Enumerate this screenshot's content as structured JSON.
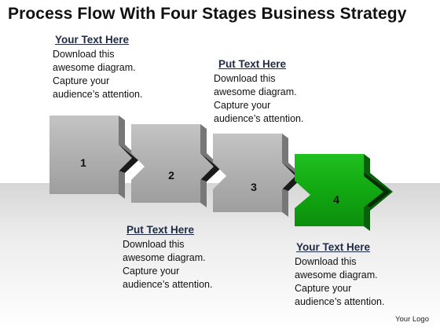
{
  "title": "Process Flow With Four Stages Business Strategy",
  "stages": [
    {
      "number": "1",
      "heading": "Your Text Here",
      "lines": [
        "Download this",
        "awesome diagram.",
        "Capture your",
        "audience’s attention."
      ]
    },
    {
      "number": "2",
      "heading": "Put Text Here",
      "lines": [
        "Download this",
        "awesome diagram.",
        "Capture your",
        "audience’s attention."
      ]
    },
    {
      "number": "3",
      "heading": "Put Text Here",
      "lines": [
        "Download this",
        "awesome diagram.",
        "Capture your",
        "audience’s attention."
      ]
    },
    {
      "number": "4",
      "heading": "Your Text Here",
      "lines": [
        "Download this",
        "awesome diagram.",
        "Capture your",
        "audience’s attention."
      ]
    }
  ],
  "colors": {
    "piece_face": "#b3b3b3",
    "piece_top": "#d7d7d7",
    "piece_side": "#7a7a7a",
    "accent_face": "#19b319",
    "accent_top": "#5cd65c",
    "accent_side": "#0b5e0b",
    "heading": "#1f2a44"
  },
  "logo": "Your Logo"
}
